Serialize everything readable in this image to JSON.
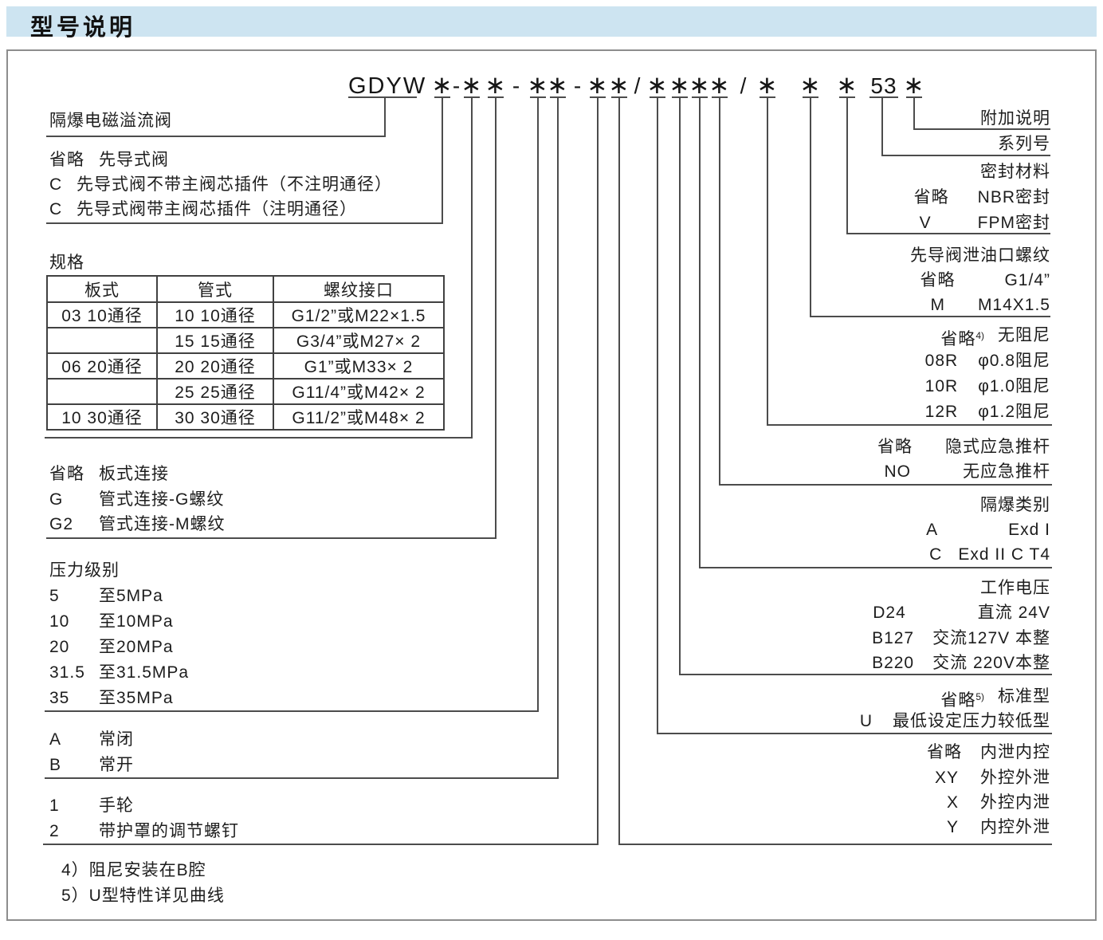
{
  "header": {
    "title": "型号说明"
  },
  "colors": {
    "header_bg": "#cde4f1",
    "line": "#4c4c4c"
  },
  "model_code": {
    "tokens": [
      "GDYW",
      "∗",
      "-",
      "∗",
      "∗",
      "-",
      "∗",
      "∗",
      "-",
      "∗",
      "∗",
      "/",
      "∗",
      "∗",
      "∗",
      "∗",
      "/",
      "∗",
      "∗",
      "∗",
      "53",
      "∗"
    ]
  },
  "left": {
    "valve_name": "隔爆电磁溢流阀",
    "pilot": [
      {
        "code": "省略",
        "desc": "先导式阀"
      },
      {
        "code": "C",
        "desc": "先导式阀不带主阀芯插件（不注明通径）"
      },
      {
        "code": "C",
        "desc": "先导式阀带主阀芯插件（注明通径）"
      }
    ],
    "spec_label": "规格",
    "spec_table": {
      "headers": [
        "板式",
        "管式",
        "螺纹接口"
      ],
      "rows": [
        [
          "03 10通径",
          "10 10通径",
          "G1/2”或M22×1.5"
        ],
        [
          "",
          "15 15通径",
          "G3/4”或M27× 2"
        ],
        [
          "06 20通径",
          "20 20通径",
          "G1”或M33× 2"
        ],
        [
          "",
          "25 25通径",
          "G11/4”或M42× 2"
        ],
        [
          "10 30通径",
          "30 30通径",
          "G11/2”或M48× 2"
        ]
      ]
    },
    "connection": [
      {
        "code": "省略",
        "desc": "板式连接"
      },
      {
        "code": "G",
        "desc": "管式连接-G螺纹"
      },
      {
        "code": "G2",
        "desc": "管式连接-M螺纹"
      }
    ],
    "pressure_label": "压力级别",
    "pressure": [
      {
        "code": "5",
        "desc": "至5MPa"
      },
      {
        "code": "10",
        "desc": "至10MPa"
      },
      {
        "code": "20",
        "desc": "至20MPa"
      },
      {
        "code": "31.5",
        "desc": "至31.5MPa"
      },
      {
        "code": "35",
        "desc": "至35MPa"
      }
    ],
    "state": [
      {
        "code": "A",
        "desc": "常闭"
      },
      {
        "code": "B",
        "desc": "常开"
      }
    ],
    "adjust": [
      {
        "code": "1",
        "desc": "手轮"
      },
      {
        "code": "2",
        "desc": "带护罩的调节螺钉"
      }
    ],
    "footnotes": [
      "4）阻尼安装在B腔",
      "5）U型特性详见曲线"
    ]
  },
  "right": {
    "addition_label": "附加说明",
    "series_label": "系列号",
    "seal_label": "密封材料",
    "seal": [
      {
        "code": "省略",
        "desc": "NBR密封"
      },
      {
        "code": "V",
        "desc": "FPM密封"
      }
    ],
    "drain_label": "先导阀泄油口螺纹",
    "drain": [
      {
        "code": "省略",
        "desc": "G1/4”"
      },
      {
        "code": "M",
        "desc": "M14X1.5"
      }
    ],
    "damping": [
      {
        "code": "省略",
        "sup": "4)",
        "desc": "无阻尼"
      },
      {
        "code": "08R",
        "desc": "φ0.8阻尼"
      },
      {
        "code": "10R",
        "desc": "φ1.0阻尼"
      },
      {
        "code": "12R",
        "desc": "φ1.2阻尼"
      }
    ],
    "pushrod": [
      {
        "code": "省略",
        "desc": "隐式应急推杆"
      },
      {
        "code": "NO",
        "desc": "无应急推杆"
      }
    ],
    "explosion_label": "隔爆类别",
    "explosion": [
      {
        "code": "A",
        "desc": "Exd I"
      },
      {
        "code": "C",
        "desc": "Exd II C T4"
      }
    ],
    "voltage_label": "工作电压",
    "voltage": [
      {
        "code": "D24",
        "desc": "直流 24V"
      },
      {
        "code": "B127",
        "desc": "交流127V 本整"
      },
      {
        "code": "B220",
        "desc": "交流 220V本整"
      }
    ],
    "utype": [
      {
        "code": "省略",
        "sup": "5)",
        "desc": "标准型"
      },
      {
        "code": "U",
        "desc": "最低设定压力较低型"
      }
    ],
    "control": [
      {
        "code": "省略",
        "desc": "内泄内控"
      },
      {
        "code": "XY",
        "desc": "外控外泄"
      },
      {
        "code": "X",
        "desc": "外控内泄"
      },
      {
        "code": "Y",
        "desc": "内控外泄"
      }
    ]
  }
}
